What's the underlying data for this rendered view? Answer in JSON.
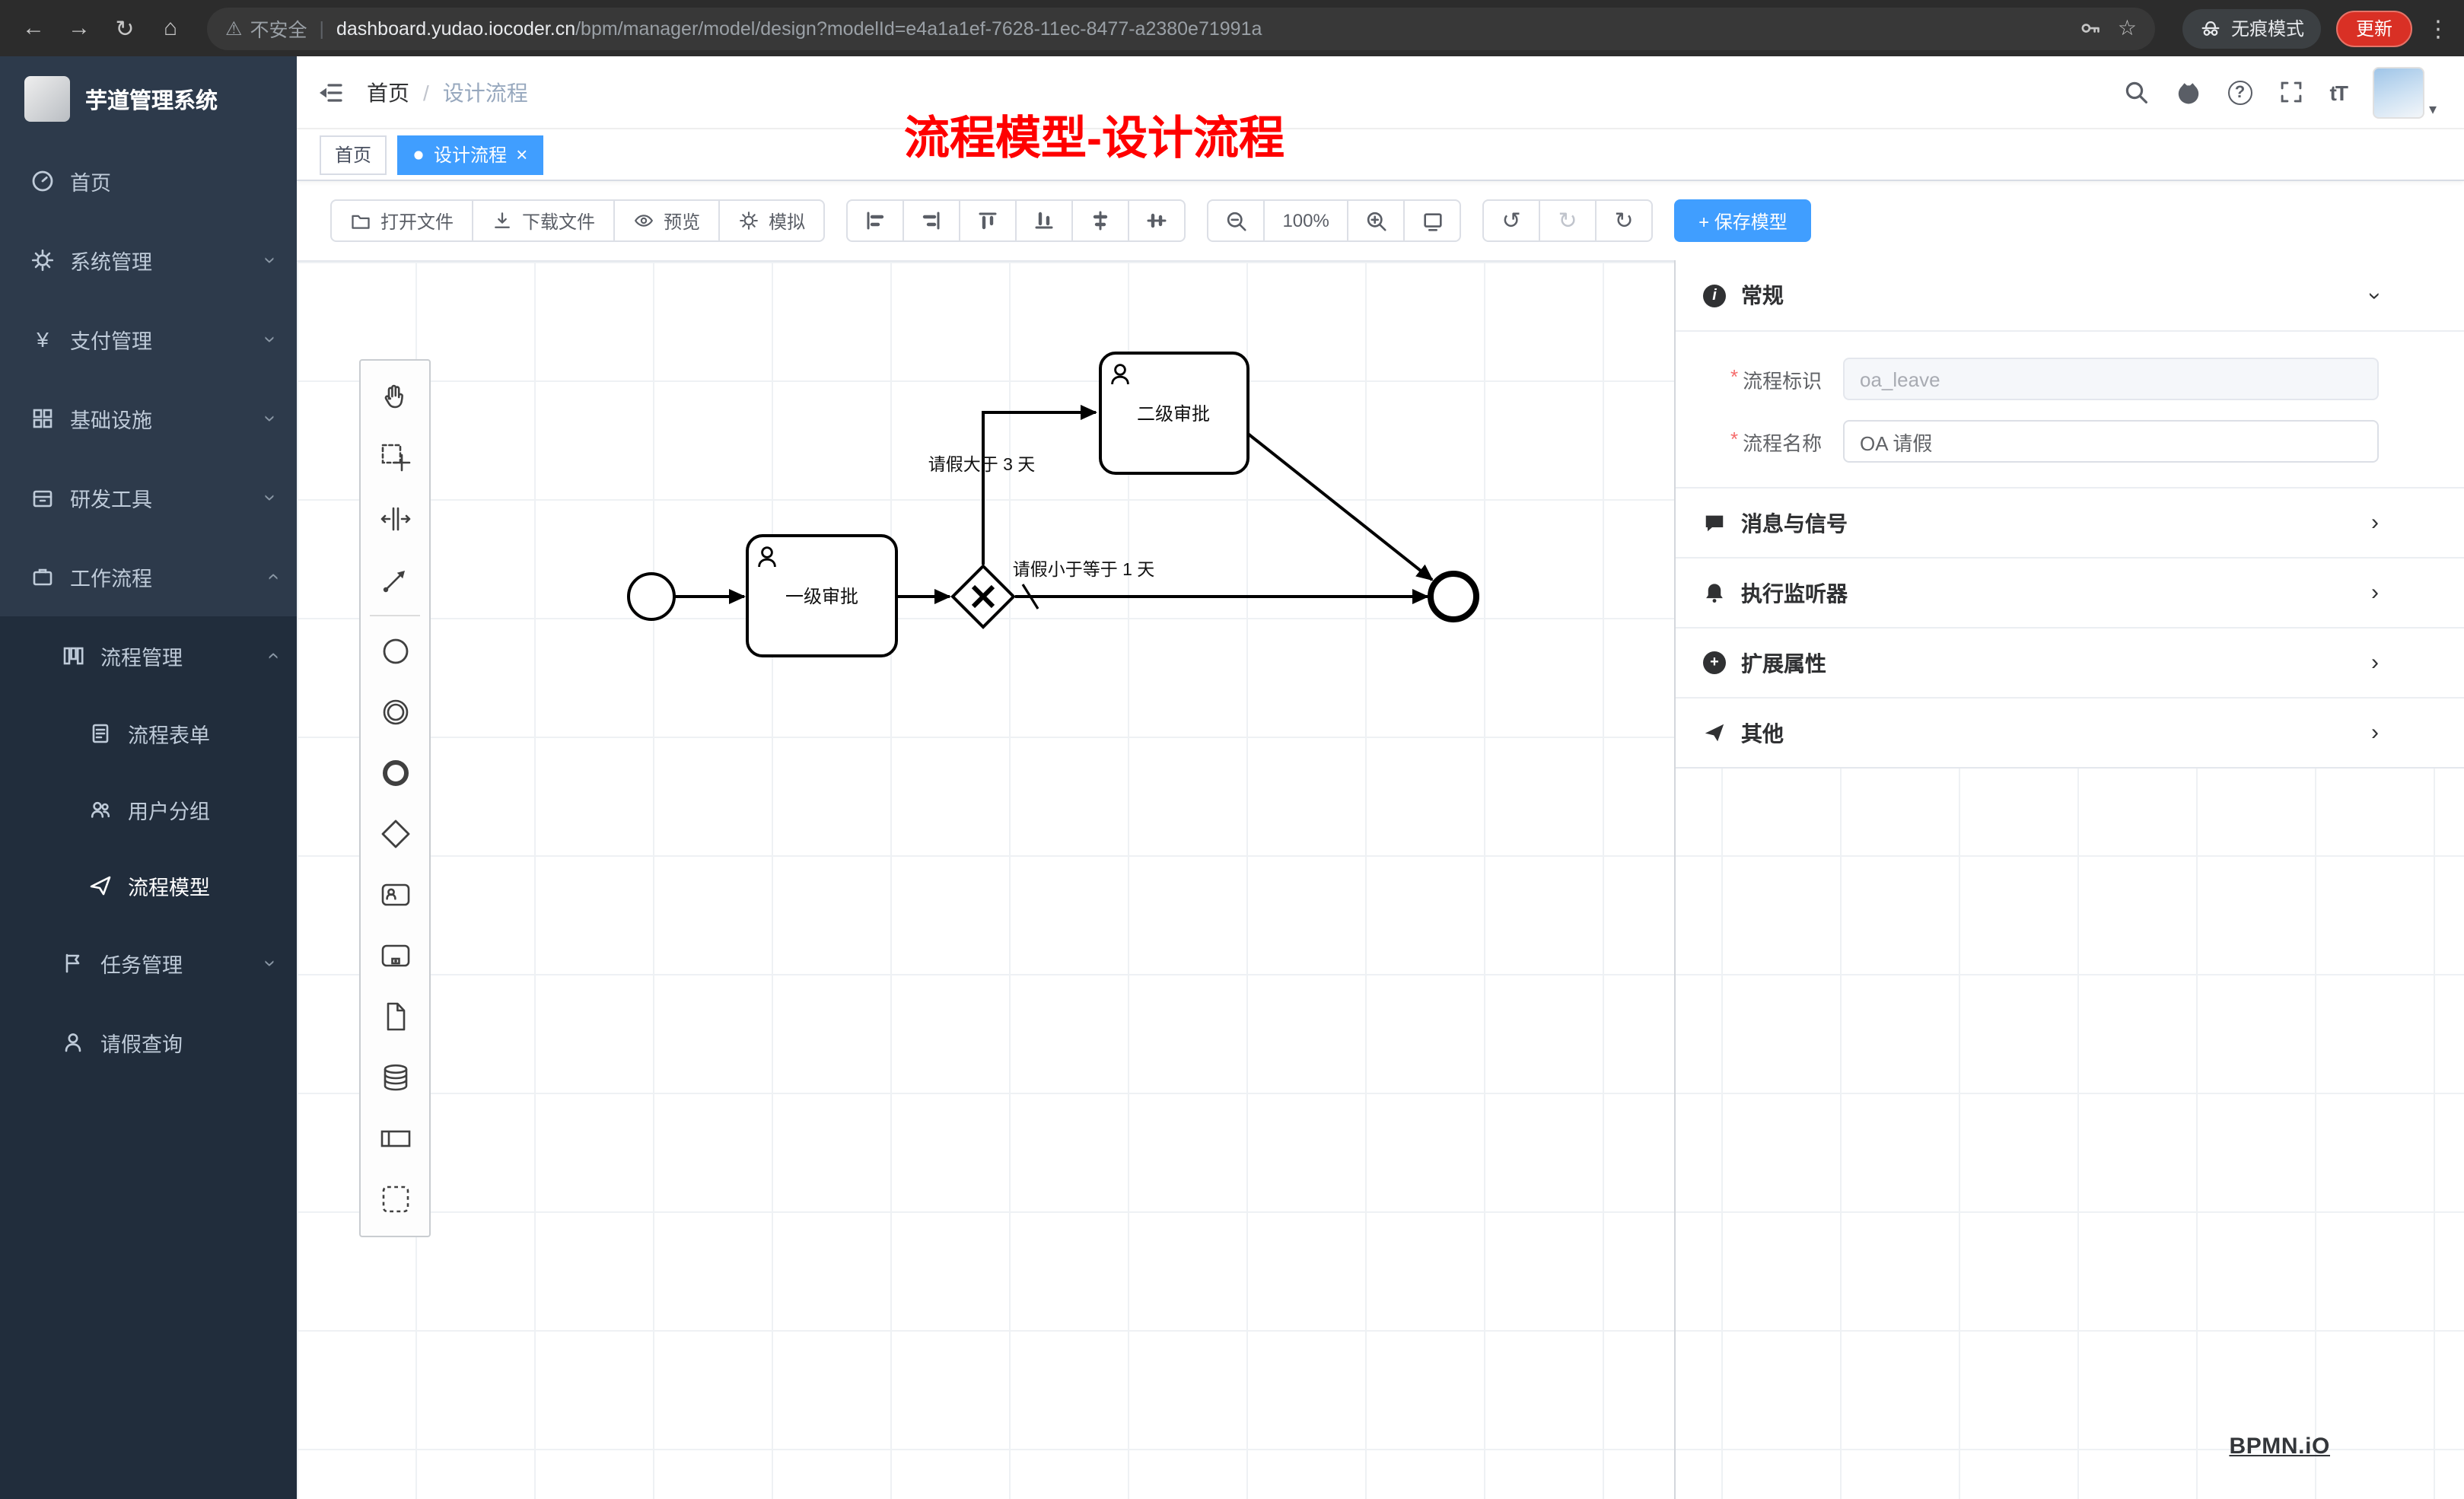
{
  "icons": {
    "back": "←",
    "forward": "→",
    "reload": "↻",
    "home": "⌂",
    "warning": "⚠",
    "star": "☆",
    "menu_dots": "⋮",
    "chevron": "›",
    "caret": "▾",
    "yen": "¥",
    "question": "?",
    "undo": "↺",
    "redo": "↻",
    "refresh": "↻",
    "close": "×",
    "required": "*",
    "info": "i",
    "plus": "+"
  },
  "browser": {
    "security_warning": "不安全",
    "url_host": "dashboard.yudao.iocoder.cn",
    "url_path": "/bpm/manager/model/design?modelId=e4a1a1ef-7628-11ec-8477-a2380e71991a",
    "incognito_label": "无痕模式",
    "update_label": "更新"
  },
  "sidebar": {
    "app_title": "芋道管理系统",
    "items": [
      {
        "label": "首页"
      },
      {
        "label": "系统管理"
      },
      {
        "label": "支付管理"
      },
      {
        "label": "基础设施"
      },
      {
        "label": "研发工具"
      },
      {
        "label": "工作流程"
      },
      {
        "label": "流程管理"
      },
      {
        "label": "流程表单"
      },
      {
        "label": "用户分组"
      },
      {
        "label": "流程模型"
      },
      {
        "label": "任务管理"
      },
      {
        "label": "请假查询"
      }
    ]
  },
  "header": {
    "breadcrumb_home": "首页",
    "breadcrumb_sep": "/",
    "breadcrumb_current": "设计流程",
    "font_size_icon": "tT"
  },
  "tags": {
    "home": "首页",
    "active": "设计流程"
  },
  "annotation": "流程模型-设计流程",
  "toolbar": {
    "open_file": "打开文件",
    "download_file": "下载文件",
    "preview": "预览",
    "simulate": "模拟",
    "zoom_level": "100%",
    "save_model": "+ 保存模型"
  },
  "diagram": {
    "task1_label": "一级审批",
    "task2_label": "二级审批",
    "flow_label_gt3": "请假大于 3 天",
    "flow_label_le1": "请假小于等于 1 天"
  },
  "panel": {
    "sections": {
      "general": "常规",
      "message_signal": "消息与信号",
      "execution_listener": "执行监听器",
      "extended_attributes": "扩展属性",
      "other": "其他"
    },
    "fields": {
      "process_key_label": "流程标识",
      "process_key_value": "oa_leave",
      "process_name_label": "流程名称",
      "process_name_value": "OA 请假"
    }
  },
  "watermark": "BPMN.iO"
}
